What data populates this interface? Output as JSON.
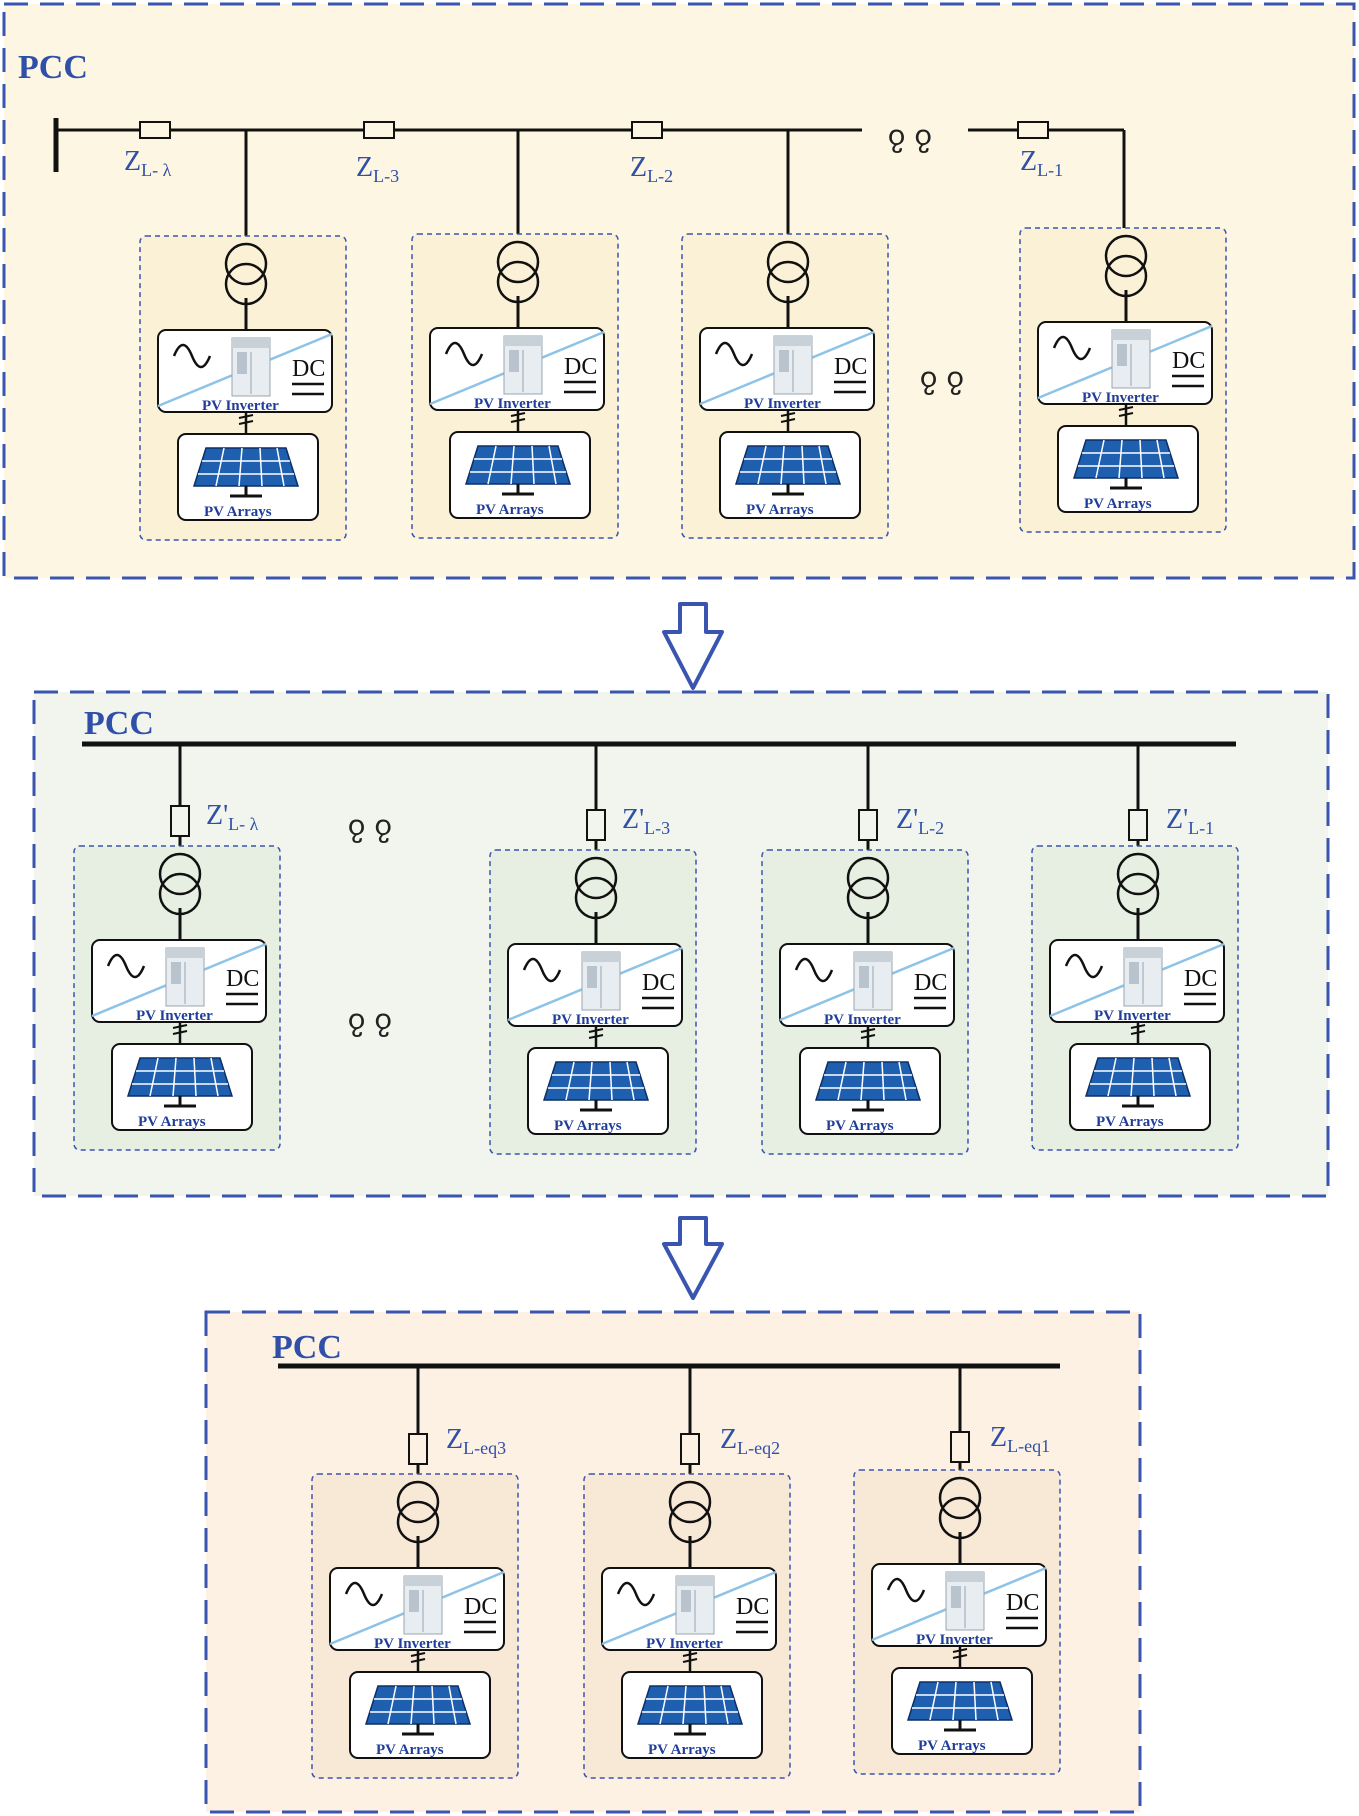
{
  "colors": {
    "panel_border": "#3a55b0",
    "panel1_bg": "#fdf6e3",
    "panel2_bg": "#f1f5ee",
    "panel3_bg": "#fcf1e3",
    "unit1_bg": "#fbf1d6",
    "unit2_bg": "#e6efe2",
    "unit3_bg": "#f8e8d6",
    "line": "#111111",
    "label_blue": "#2f4fa8",
    "panel_blue": "#1f5fb0",
    "arrow": "#3a55b0"
  },
  "icons": [
    "transformer-icon",
    "sine-wave-icon",
    "inverter-cabinet-icon",
    "solar-panel-icon",
    "down-arrow-icon"
  ],
  "labels": {
    "pcc": "PCC",
    "pv_inverter": "PV Inverter",
    "pv_arrays": "PV Arrays",
    "dc": "DC",
    "ellipsis": "ჹ ჹ"
  },
  "panel1": {
    "impedances": [
      {
        "z": "Z",
        "sub": "L- λ"
      },
      {
        "z": "Z",
        "sub": "L-3"
      },
      {
        "z": "Z",
        "sub": "L-2"
      },
      {
        "z": "Z",
        "sub": "L-1"
      }
    ]
  },
  "panel2": {
    "impedances": [
      {
        "z": "Z'",
        "sub": "L- λ"
      },
      {
        "z": "Z'",
        "sub": "L-3"
      },
      {
        "z": "Z'",
        "sub": "L-2"
      },
      {
        "z": "Z'",
        "sub": "L-1"
      }
    ]
  },
  "panel3": {
    "impedances": [
      {
        "z": "Z",
        "sub": "L-eq3"
      },
      {
        "z": "Z",
        "sub": "L-eq2"
      },
      {
        "z": "Z",
        "sub": "L-eq1"
      }
    ]
  }
}
